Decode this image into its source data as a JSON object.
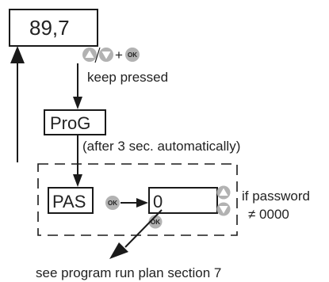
{
  "display_value": "89,7",
  "step_prog": "ProG",
  "step_pas": "PAS",
  "step_password_value": "0",
  "hint_plus": "+",
  "hint_keep_pressed": "keep pressed",
  "hint_after_3_sec": "(after 3 sec. automatically)",
  "hint_if_password": "if password",
  "hint_not_equal": "≠ 0000",
  "hint_see_plan": "see program run plan section 7",
  "key_ok_label": "OK",
  "colors": {
    "line": "#1a1a1a",
    "key_fill": "#b2b2b2",
    "key_symbol": "#ffffff",
    "text": "#222222"
  },
  "icons": [
    "up-arrow-key-icon",
    "down-arrow-key-icon",
    "ok-key-icon"
  ]
}
